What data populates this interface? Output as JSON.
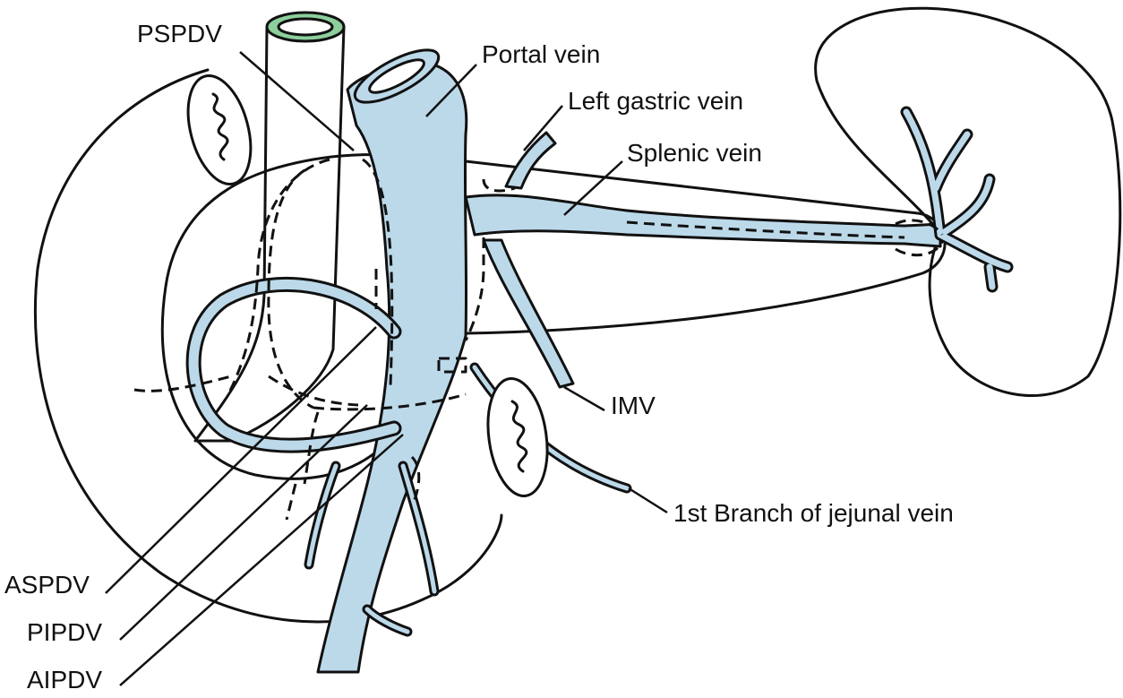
{
  "colors": {
    "pancreas": "#f7f0a0",
    "vein": "#bcd9ea",
    "spleen": "#e6d6e9",
    "artery_green": "#8ccf9c",
    "outline": "#111111"
  },
  "labels": {
    "pspdv": "PSPDV",
    "portal_vein": "Portal vein",
    "left_gastric_vein": "Left gastric vein",
    "splenic_vein": "Splenic vein",
    "imv": "IMV",
    "first_branch_jejunal": "1st Branch of jejunal vein",
    "aspdv": "ASPDV",
    "pipdv": "PIPDV",
    "aipdv": "AIPDV"
  }
}
